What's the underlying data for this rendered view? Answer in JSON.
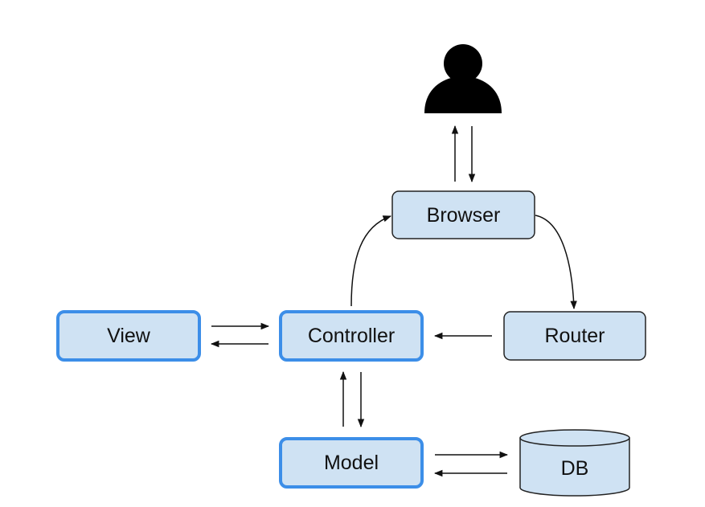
{
  "nodes": {
    "browser": "Browser",
    "view": "View",
    "controller": "Controller",
    "router": "Router",
    "model": "Model",
    "db": "DB"
  },
  "icons": {
    "user": "user-icon"
  },
  "colors": {
    "box_fill": "#cfe2f3",
    "box_stroke": "#222222",
    "highlight_stroke": "#3c8ee8",
    "arrow": "#111111",
    "user_icon": "#000000"
  }
}
